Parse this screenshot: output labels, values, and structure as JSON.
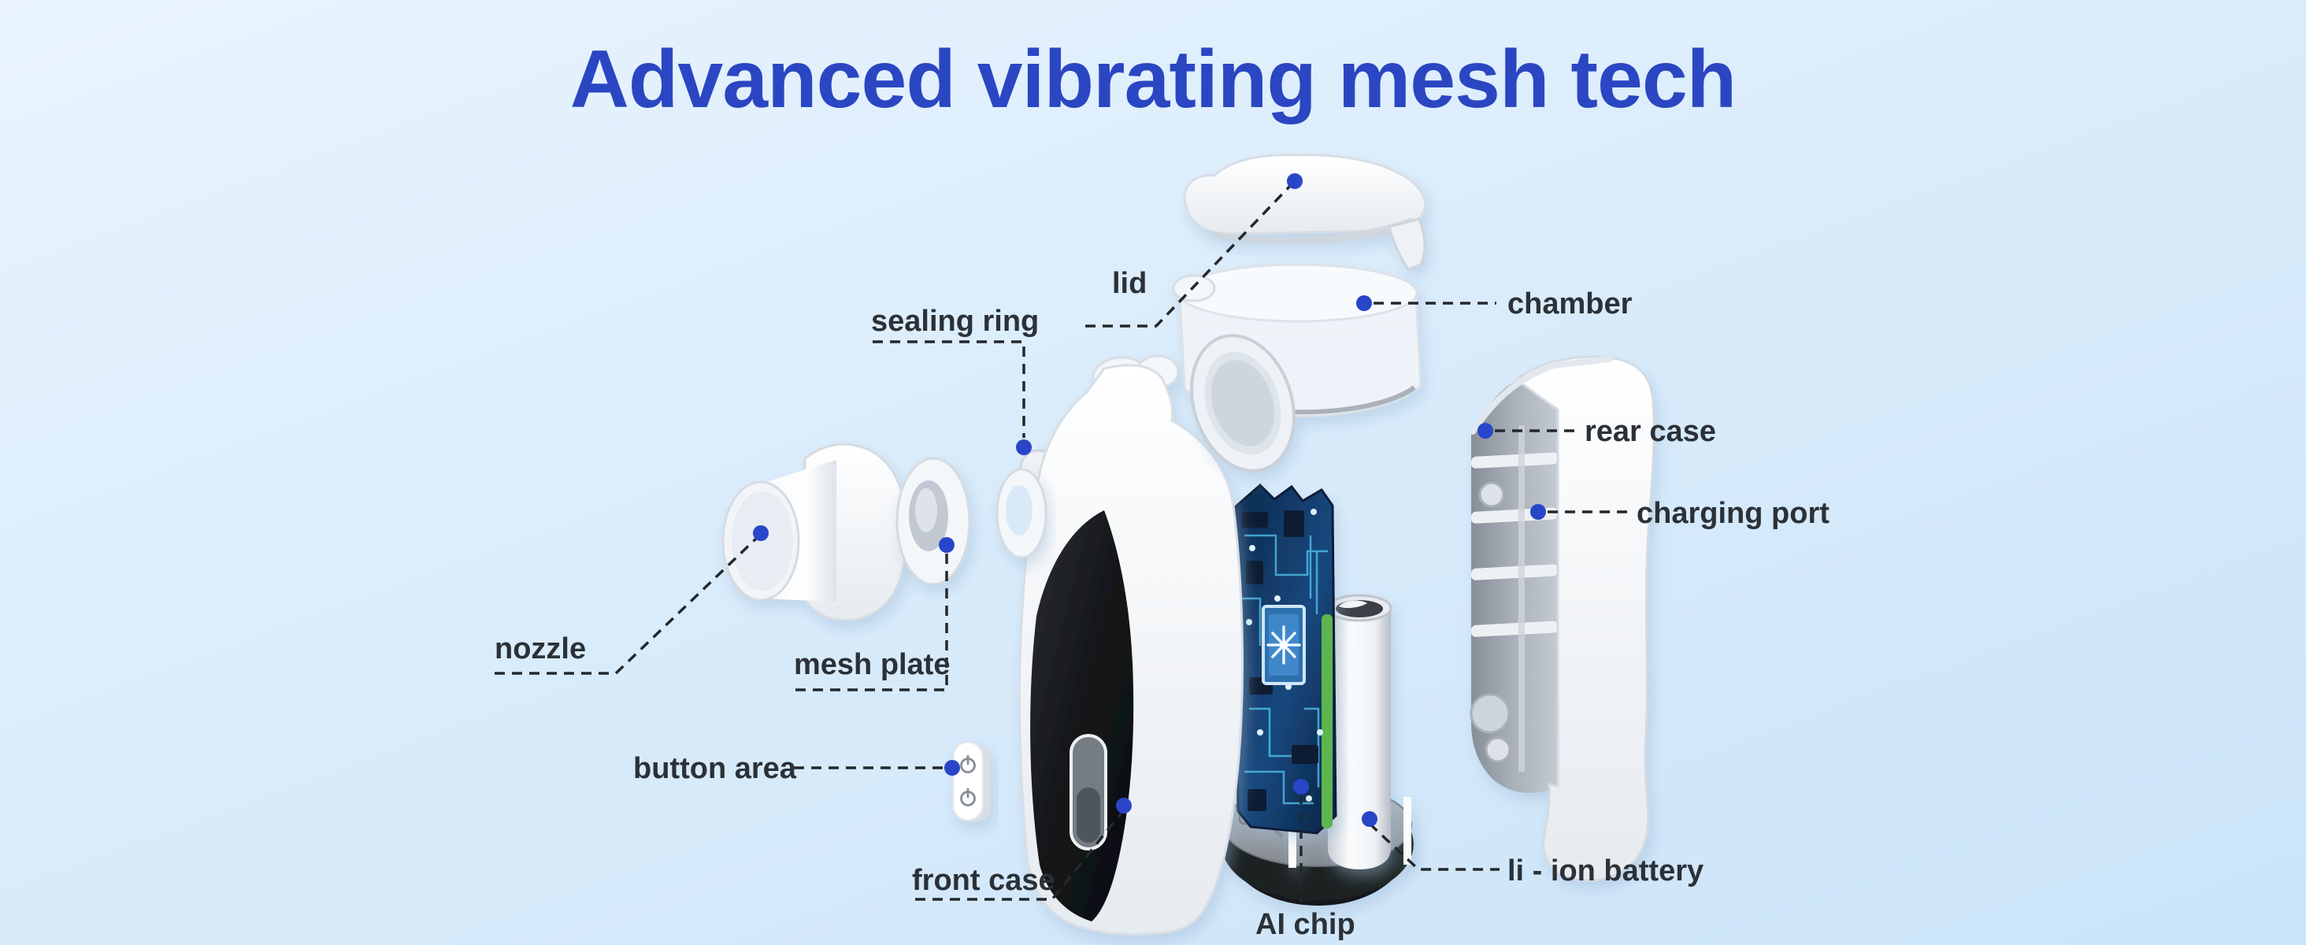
{
  "title": {
    "text": "Advanced vibrating mesh tech"
  },
  "colors": {
    "title_blue": "#2b46c2",
    "accent_dot": "#2946c8",
    "label_text": "#2b3137",
    "leader_line": "#23282d",
    "background_top": "#e9f4fe",
    "background_bottom": "#cbe4f8",
    "pcb_blue": "#1d5a96",
    "pcb_trace": "#54c7f2",
    "pcb_green_strip": "#5cb54d"
  },
  "diagram": {
    "description": "Exploded view of a portable vibrating mesh nebulizer",
    "labels": [
      {
        "id": "lid",
        "text": "lid"
      },
      {
        "id": "chamber",
        "text": "chamber"
      },
      {
        "id": "sealing-ring",
        "text": "sealing ring"
      },
      {
        "id": "rear-case",
        "text": "rear case"
      },
      {
        "id": "charging-port",
        "text": "charging port"
      },
      {
        "id": "nozzle",
        "text": "nozzle"
      },
      {
        "id": "mesh-plate",
        "text": "mesh plate"
      },
      {
        "id": "button-area",
        "text": "button area"
      },
      {
        "id": "front-case",
        "text": "front case"
      },
      {
        "id": "ai-chip",
        "text": "AI chip"
      },
      {
        "id": "li-ion-battery",
        "text": "li - ion battery"
      }
    ]
  }
}
